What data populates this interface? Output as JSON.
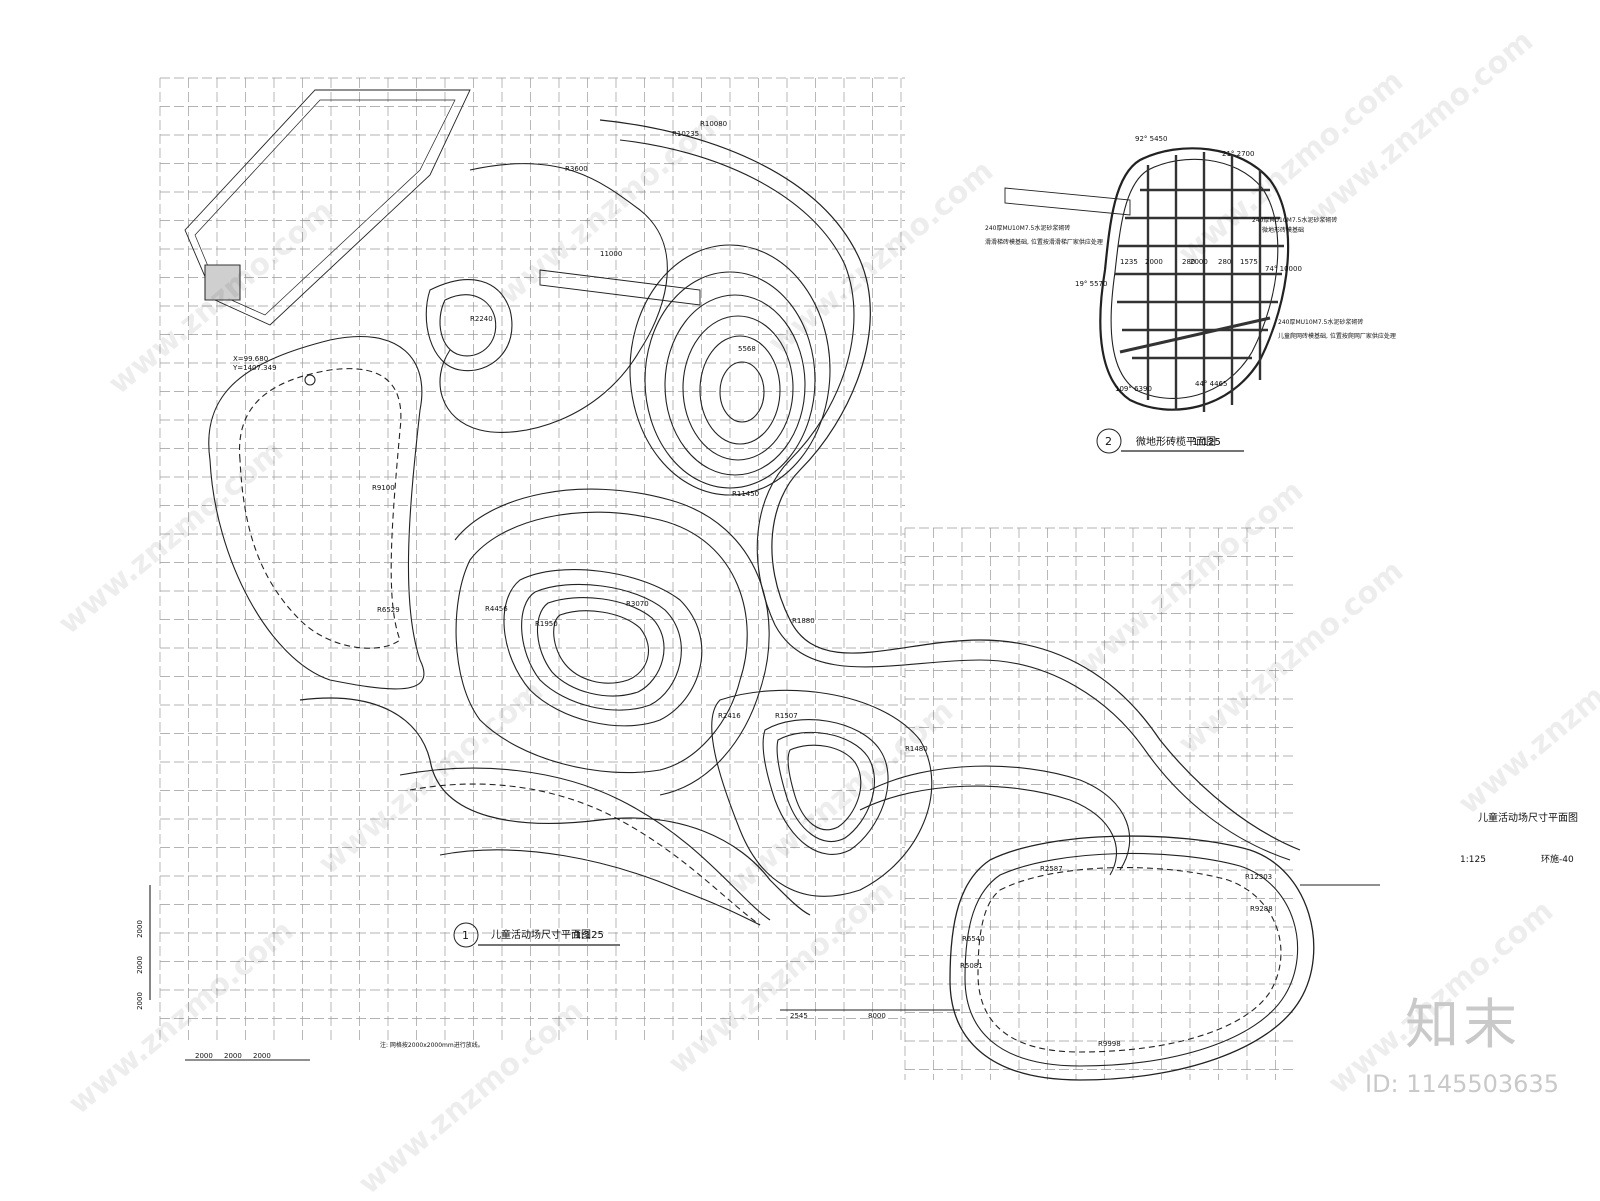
{
  "titles": {
    "plan_1": "儿童活动场尺寸平面图",
    "plan_1_scale": "1:125",
    "plan_1_index": "1",
    "plan_2": "微地形砖榄平面图",
    "plan_2_scale": "1:125",
    "plan_2_index": "2",
    "sheet_title": "儿童活动场尺寸平面图",
    "sheet_scale": "1:125",
    "sheet_number": "环施-40"
  },
  "coordinates": {
    "x": "X=99.680",
    "y": "Y=1407.349"
  },
  "note": "注: 网格按2000x2000mm进行放线。",
  "left_dims": [
    "2000",
    "2000",
    "2000"
  ],
  "bottom_dims": [
    "2000",
    "2000",
    "2000"
  ],
  "plan_dims": [
    "2545",
    "8000",
    "R9100",
    "R6529",
    "R1950",
    "R2240",
    "R3600",
    "R10235",
    "R10080",
    "R12303",
    "R9288",
    "R5081",
    "R9998",
    "R6540",
    "R2587",
    "R1480",
    "R1507",
    "R2416",
    "R4456",
    "R3070",
    "R11450",
    "R1880",
    "5568",
    "11000"
  ],
  "plan_2_dims": [
    "92° 5450",
    "21° 2700",
    "2000",
    "280",
    "2000",
    "280",
    "1575",
    "1235",
    "19° 5570",
    "109° 6390",
    "44° 4465",
    "74° 10000"
  ],
  "plan_2_labels": {
    "material_1": "240厚MU10M7.5水泥砂浆砌砖",
    "material_1_note": "滑滑梯砖模基础, 位置按滑滑梯厂家供应处理",
    "material_2": "240厚MU10M7.5水泥砂浆砌砖",
    "material_2_note": "微地形砖模基础",
    "material_3": "240厚MU10M7.5水泥砂浆砌砖",
    "material_3_note": "儿童爬网砖模基础, 位置按爬网厂家供应处理"
  },
  "watermark": {
    "logo": "知末",
    "id": "ID: 1145503635",
    "site": "www.znzmo.com"
  }
}
